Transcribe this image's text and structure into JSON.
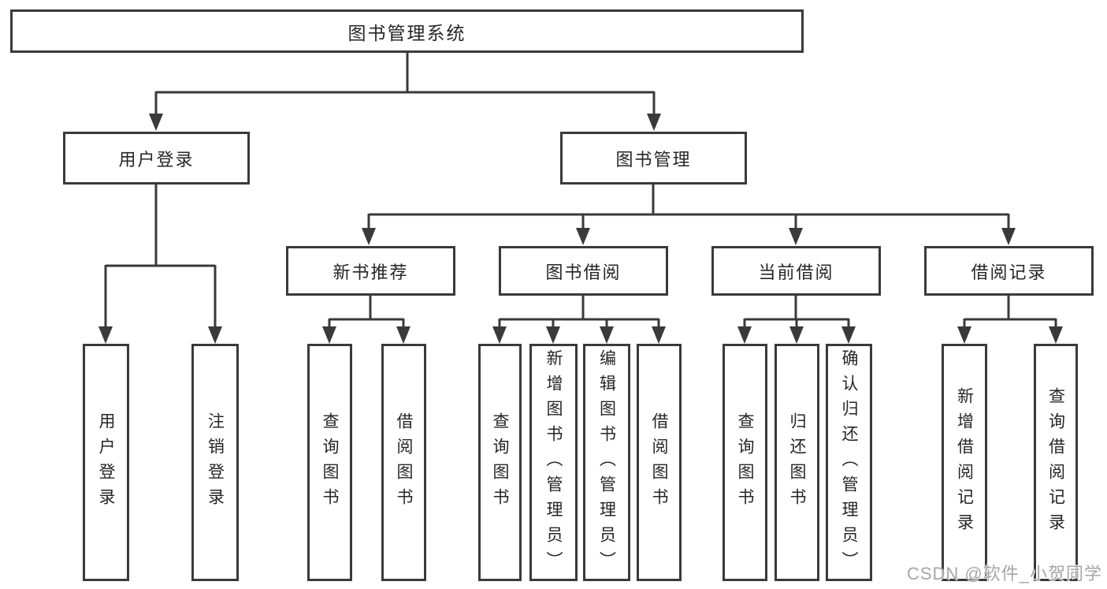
{
  "diagram": {
    "tree": {
      "label": "图书管理系统",
      "children": [
        {
          "label": "用户登录",
          "children": [
            {
              "label": "用户登录"
            },
            {
              "label": "注销登录"
            }
          ]
        },
        {
          "label": "图书管理",
          "children": [
            {
              "label": "新书推荐",
              "children": [
                {
                  "label": "查询图书"
                },
                {
                  "label": "借阅图书"
                }
              ]
            },
            {
              "label": "图书借阅",
              "children": [
                {
                  "label": "查询图书"
                },
                {
                  "label": "新增图书（管理员）"
                },
                {
                  "label": "编辑图书（管理员）"
                },
                {
                  "label": "借阅图书"
                }
              ]
            },
            {
              "label": "当前借阅",
              "children": [
                {
                  "label": "查询图书"
                },
                {
                  "label": "归还图书"
                },
                {
                  "label": "确认归还（管理员）"
                }
              ]
            },
            {
              "label": "借阅记录",
              "children": [
                {
                  "label": "新增借阅记录"
                },
                {
                  "label": "查询借阅记录"
                }
              ]
            }
          ]
        }
      ]
    }
  },
  "watermark": {
    "text": "CSDN @软件_小贺同学"
  },
  "colors": {
    "line": "#3a3a3a",
    "text": "#262626",
    "background": "#ffffff",
    "watermark": "#a6a6a6"
  }
}
